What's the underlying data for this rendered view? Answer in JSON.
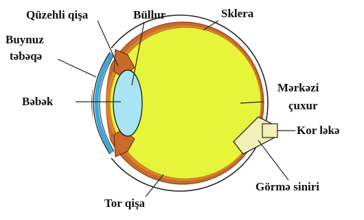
{
  "diagram": {
    "labels": {
      "iris": "Qüzehli qişa",
      "lens": "Büllur",
      "sclera": "Sklera",
      "cornea_line1": "Buynuz",
      "cornea_line2": "təbəqə",
      "pupil": "Bəbək",
      "fovea_line1": "Mərkəzi",
      "fovea_line2": "çuxur",
      "blind_spot": "Kor ləkə",
      "optic_nerve": "Görmə siniri",
      "retina": "Tor qişa"
    },
    "colors": {
      "vitreous": "#e6f53a",
      "choroid": "#c96a2a",
      "sclera_fill": "#ffffff",
      "outline": "#222222",
      "cornea": "#38a8d8",
      "lens": "#a8e4f4",
      "optic_nerve": "#f2efb8",
      "leader": "#222222"
    }
  }
}
